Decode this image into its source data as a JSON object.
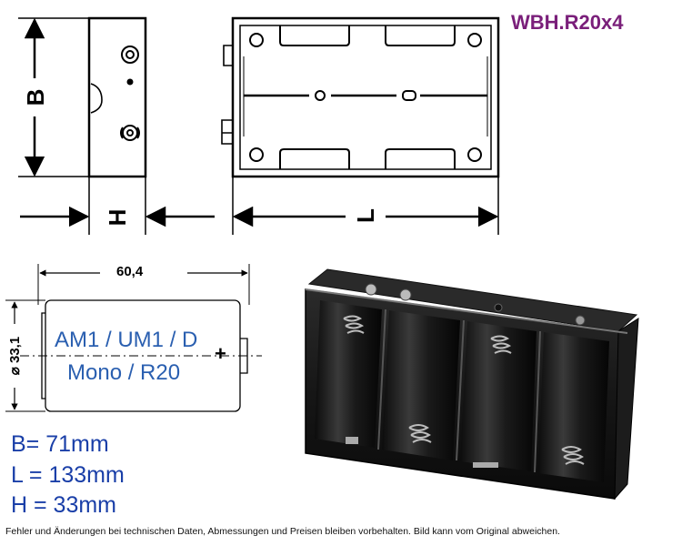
{
  "product": {
    "code": "WBH.R20x4",
    "title_color": "#7a1f7a"
  },
  "drawing": {
    "side_view": {
      "dim_b_label": "B",
      "dim_h_label": "H"
    },
    "top_view": {
      "dim_l_label": "L"
    },
    "cell_drawing": {
      "length_label": "60,4",
      "diameter_label": "⌀ 33,1",
      "plus_sign": "+",
      "cell_type_line1": "AM1 / UM1 / D",
      "cell_type_line2": "Mono / R20",
      "text_color": "#2a5fb0"
    }
  },
  "dimensions": {
    "b": "B= 71mm",
    "l": "L = 133mm",
    "h": "H = 33mm",
    "text_color": "#1a3fa8"
  },
  "photo": {
    "icon": "battery-holder-photo"
  },
  "disclaimer": "Fehler und Änderungen bei technischen Daten, Abmessungen und Preisen bleiben vorbehalten. Bild kann vom Original abweichen."
}
